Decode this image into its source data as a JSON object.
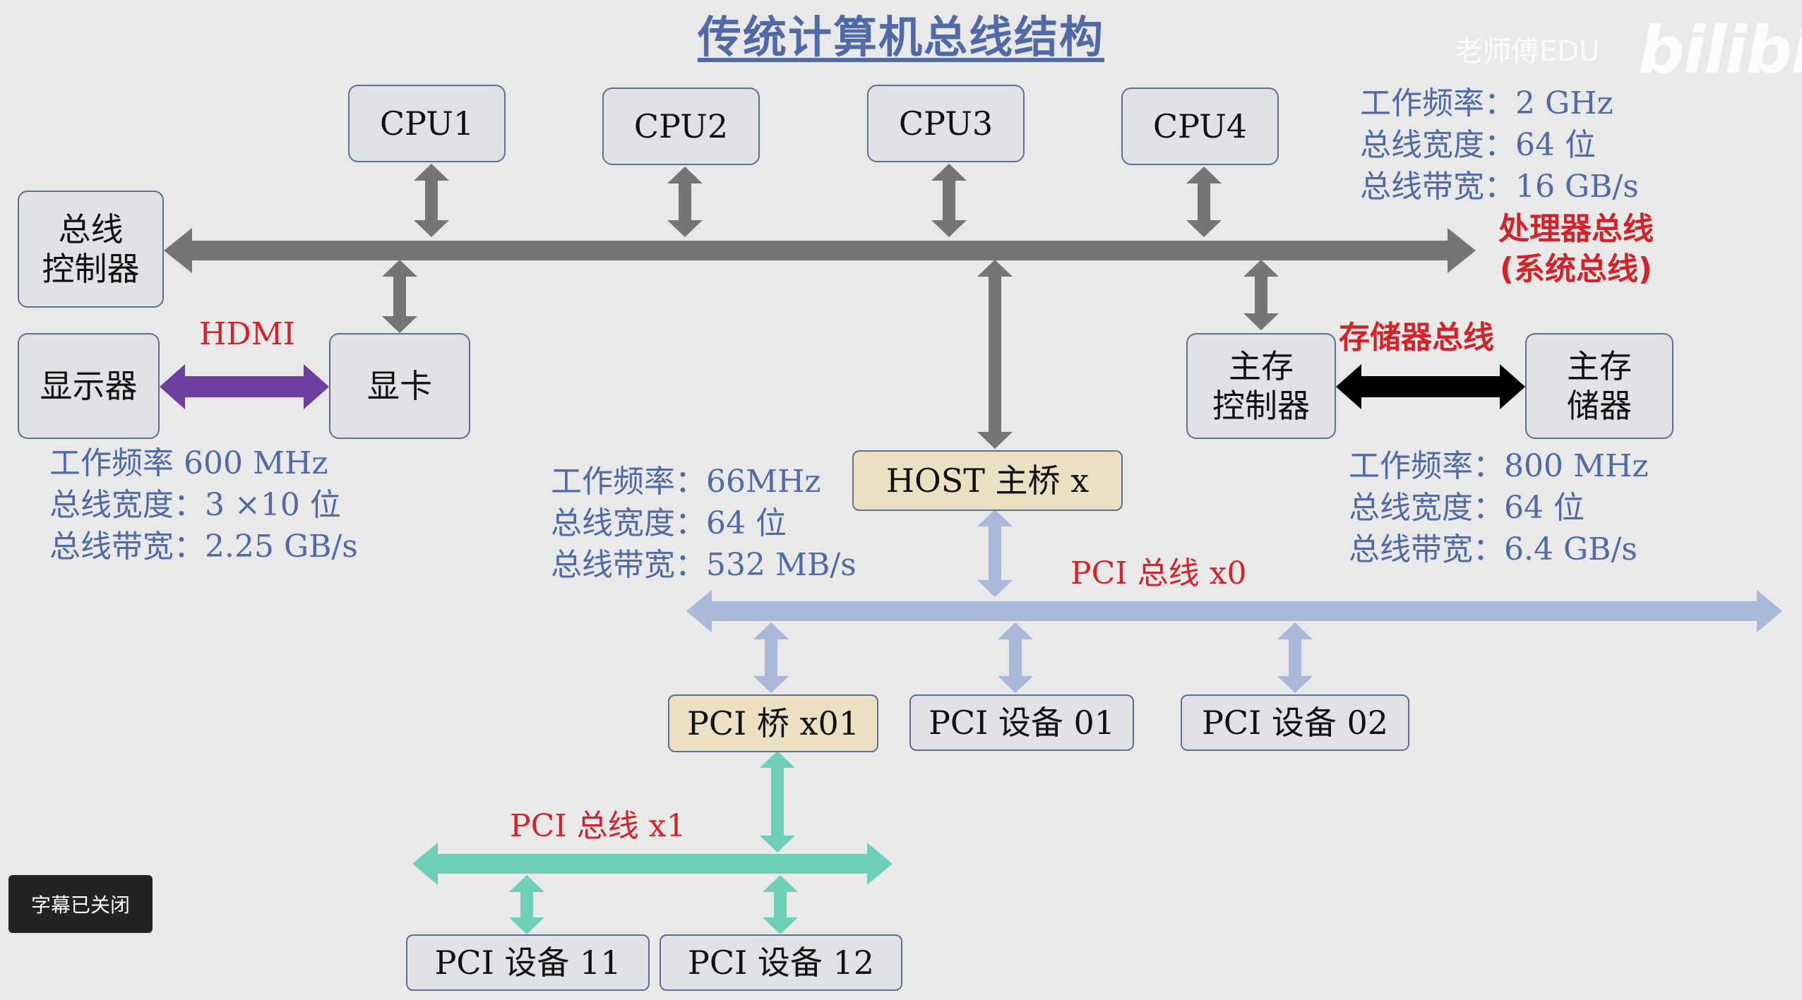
{
  "title": "传统计算机总线结构",
  "watermark": {
    "logo": "bilibili",
    "user": "老师傅EDU"
  },
  "boxes": {
    "cpu1": "CPU1",
    "cpu2": "CPU2",
    "cpu3": "CPU3",
    "cpu4": "CPU4",
    "bus_controller": [
      "总线",
      "控制器"
    ],
    "display": "显示器",
    "graphics_card": "显卡",
    "memory_controller": [
      "主存",
      "控制器"
    ],
    "main_memory": [
      "主存",
      "储器"
    ],
    "host_bridge": "HOST 主桥 x",
    "pci_bridge": "PCI 桥 x01",
    "pci_device_01": "PCI 设备 01",
    "pci_device_02": "PCI 设备 02",
    "pci_device_11": "PCI 设备 11",
    "pci_device_12": "PCI 设备 12"
  },
  "labels": {
    "hdmi": "HDMI",
    "processor_bus": [
      "处理器总线",
      "(系统总线)"
    ],
    "memory_bus": "存储器总线",
    "pci_bus_x0": "PCI 总线 x0",
    "pci_bus_x1": "PCI 总线 x1"
  },
  "specs": {
    "processor_bus": [
      "工作频率：2 GHz",
      "总线宽度：64 位",
      "总线带宽：16 GB/s"
    ],
    "graphics": [
      "工作频率 600 MHz",
      "总线宽度：3 ×10 位",
      "总线带宽：2.25 GB/s"
    ],
    "pci": [
      "工作频率：66MHz",
      "总线宽度：64 位",
      "总线带宽：532 MB/s"
    ],
    "memory": [
      "工作频率：800 MHz",
      "总线宽度：64 位",
      "总线带宽：6.4 GB/s"
    ]
  },
  "subtitle_button": "字幕已关闭",
  "colors": {
    "system_bus": "#757575",
    "hdmi": "#6c3fa0",
    "memory_bus": "#000000",
    "pci_x0": "#aab8da",
    "pci_x1": "#6fcfb8",
    "label_blue": "#4f6aa6",
    "label_red": "#d2232a"
  }
}
